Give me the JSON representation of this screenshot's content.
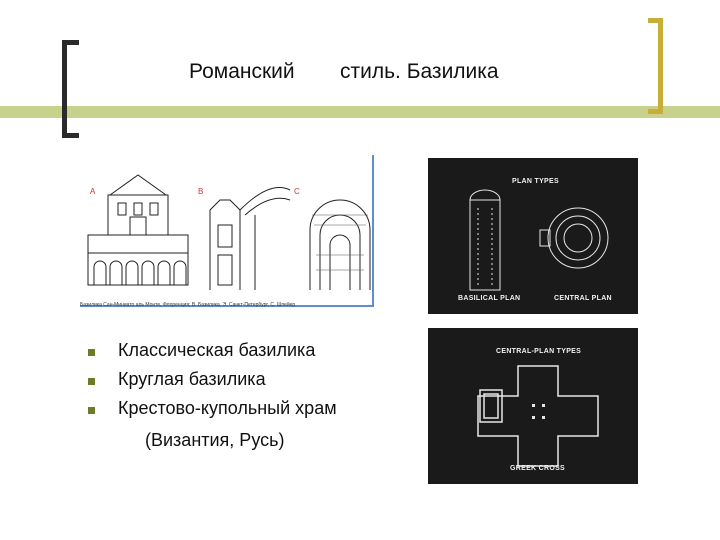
{
  "title": {
    "part1": "Романский",
    "part2": "стиль. Базилика"
  },
  "illustration_left": {
    "labels": [
      "A",
      "B",
      "C"
    ],
    "caption": "Базилика Сан-Миниато аль Монте, Флоренция; В. Базилика, Э. Санкт-Петербург, С. Шпейер"
  },
  "panel_top": {
    "heading": "PLAN TYPES",
    "label_left": "BASILICAL PLAN",
    "label_right": "CENTRAL PLAN"
  },
  "panel_bottom": {
    "heading": "CENTRAL-PLAN TYPES",
    "label": "GREEK CROSS"
  },
  "bullets": [
    "Классическая базилика",
    "Круглая базилика",
    "Крестово-купольный храм"
  ],
  "bullet_sub": "(Византия, Русь)",
  "colors": {
    "accent_bar": "#c9d28c",
    "bracket_left": "#2b2b2b",
    "bracket_right": "#c7ad3a",
    "bullet": "#6e7a28"
  }
}
